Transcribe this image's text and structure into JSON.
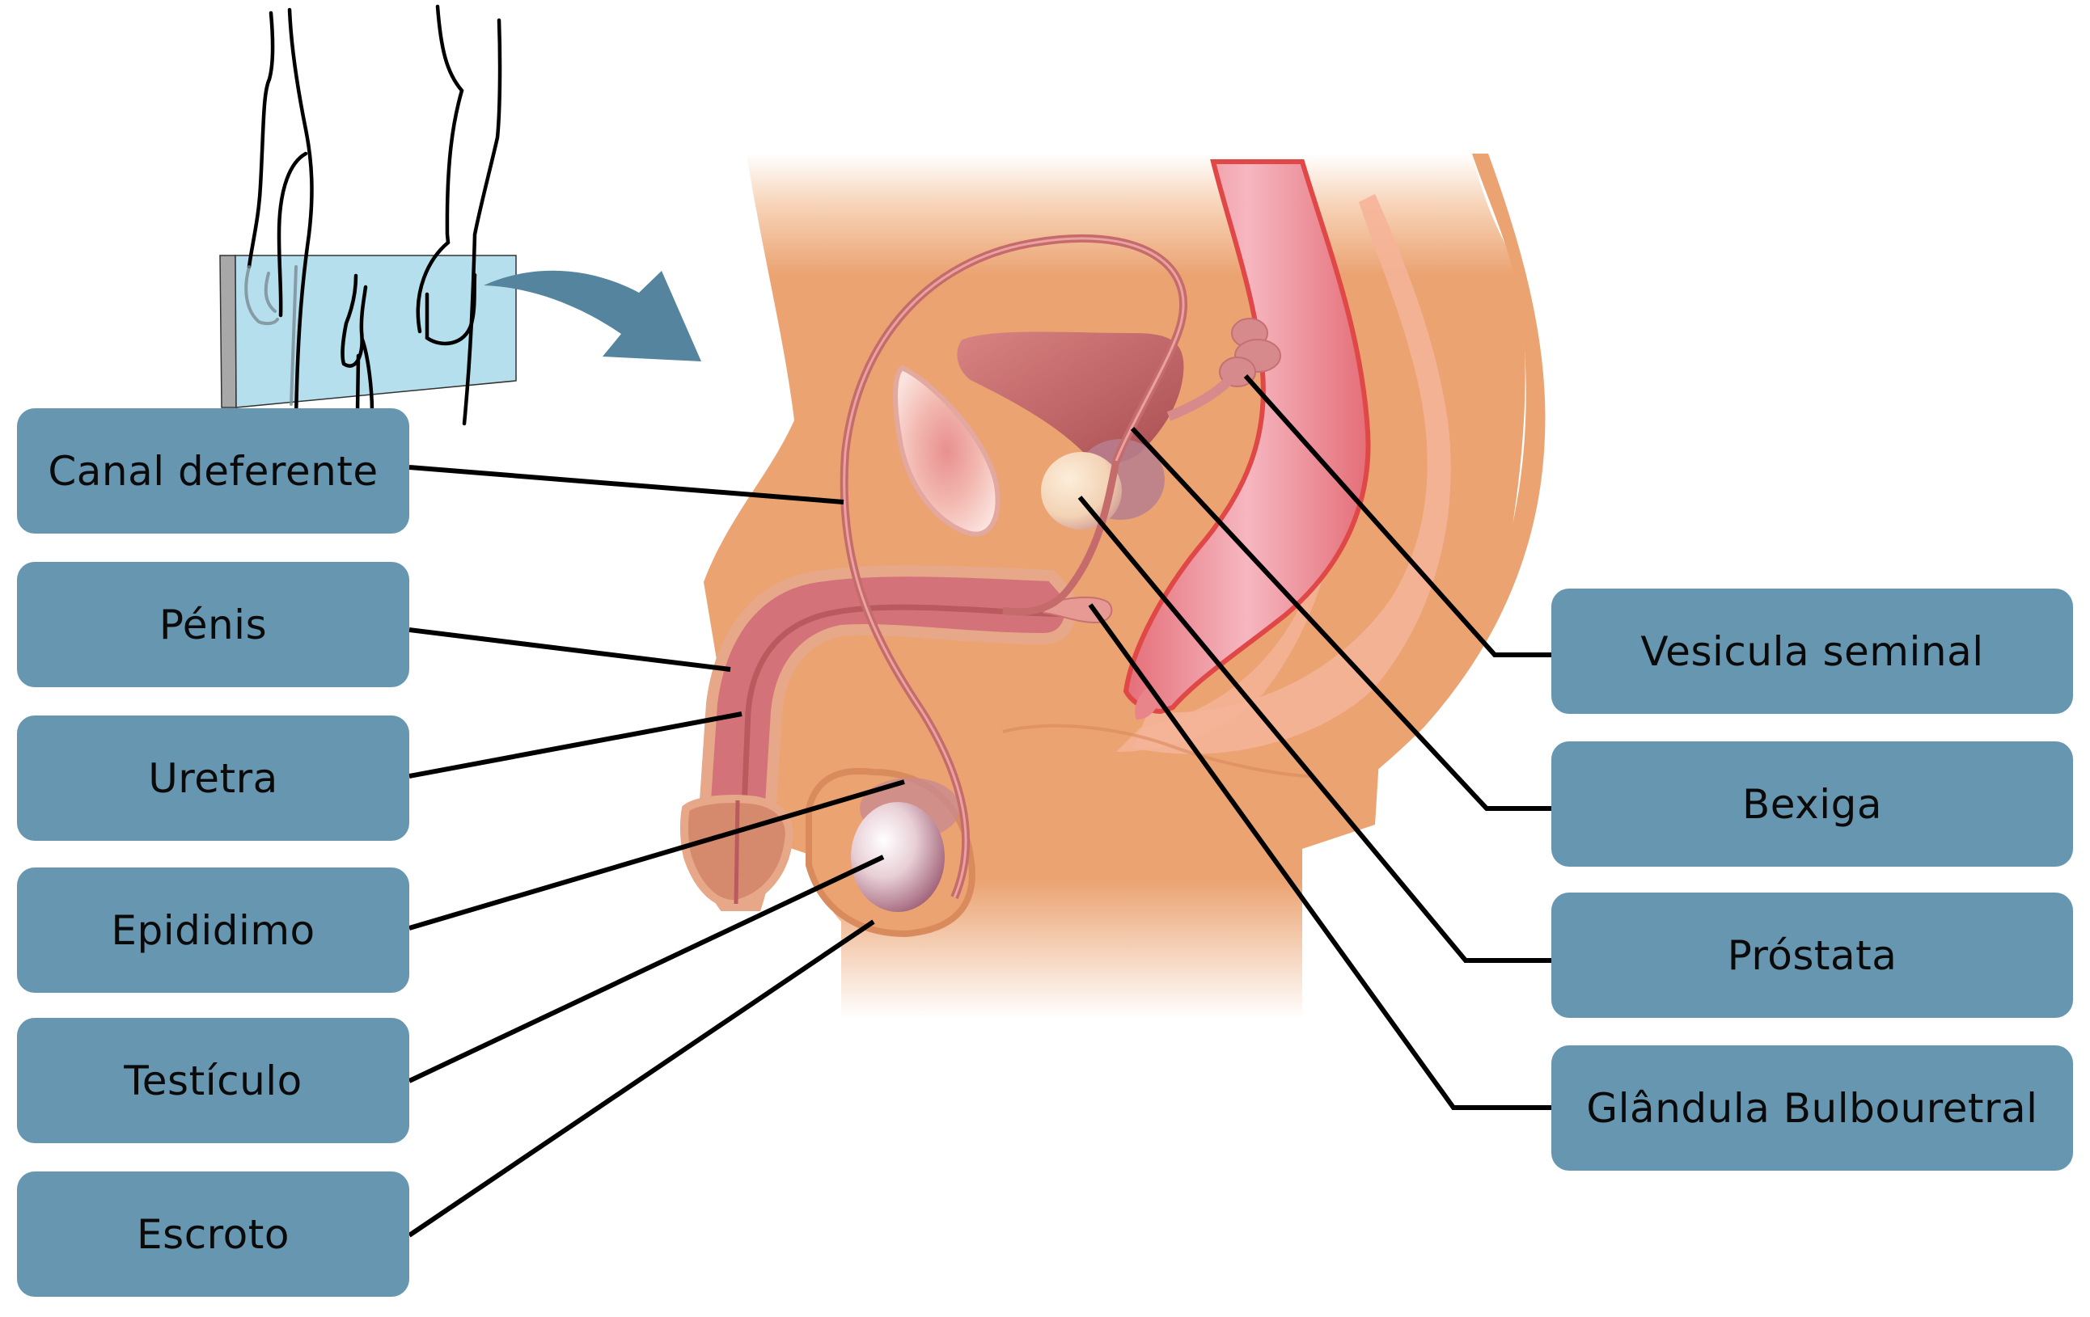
{
  "diagram": {
    "title": "Sistema reprodutor masculino",
    "colors": {
      "label_box": "#6796B0",
      "leader_line": "#000000",
      "arrow": "#55849E",
      "section_plane": "#B5DFEC",
      "skin": "#EBA372",
      "skin_light": "#F5B498",
      "organ_pink": "#D4727A",
      "rectum_pink": "#F0A0A8",
      "rectum_edge": "#E04848"
    },
    "icons": {
      "orientation_figure": "legs-with-section-plane-icon",
      "arrow": "curved-arrow-icon"
    },
    "labels_left": [
      {
        "id": "canal-deferente",
        "text": "Canal deferente"
      },
      {
        "id": "penis",
        "text": "Pénis"
      },
      {
        "id": "uretra",
        "text": "Uretra"
      },
      {
        "id": "epididimo",
        "text": "Epididimo"
      },
      {
        "id": "testiculo",
        "text": "Testículo"
      },
      {
        "id": "escroto",
        "text": "Escroto"
      }
    ],
    "labels_right": [
      {
        "id": "vesicula-seminal",
        "text": "Vesicula seminal"
      },
      {
        "id": "bexiga",
        "text": "Bexiga"
      },
      {
        "id": "prostata",
        "text": "Próstata"
      },
      {
        "id": "glandula-bulbouretral",
        "text": "Glândula Bulbouretral"
      }
    ]
  }
}
